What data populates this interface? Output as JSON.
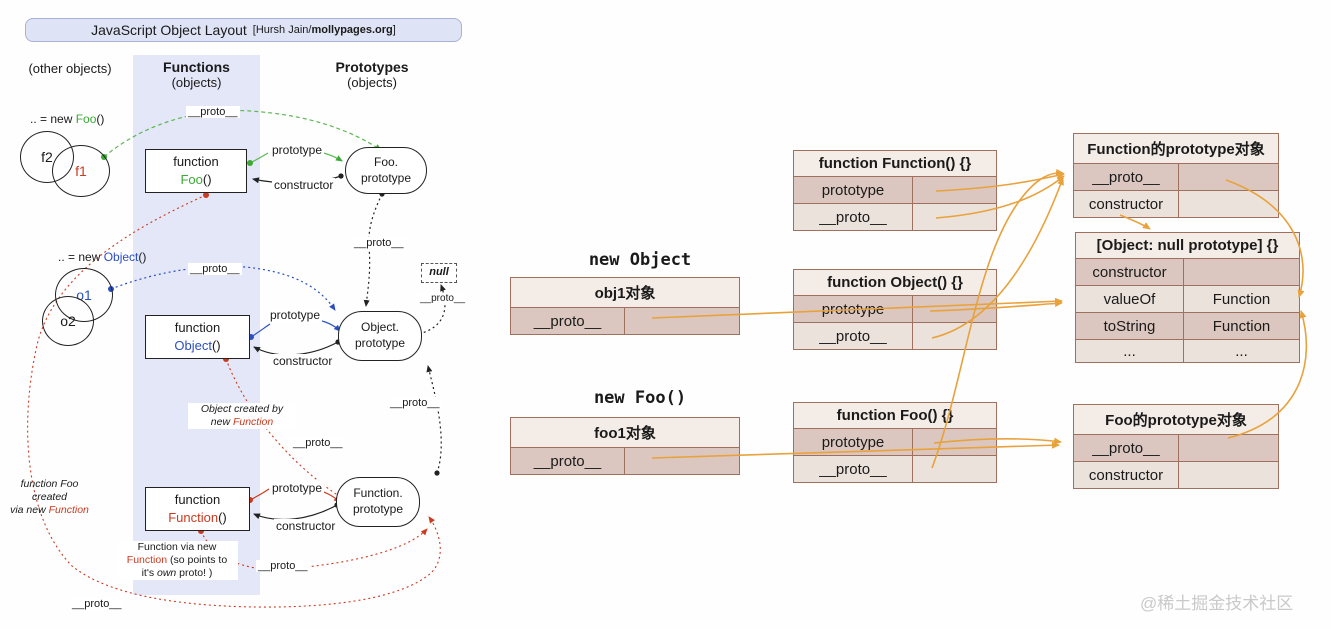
{
  "title": {
    "main": "JavaScript Object Layout",
    "attr_prefix": "[Hursh Jain/",
    "attr_bold": "mollypages.org",
    "attr_suffix": "]"
  },
  "left": {
    "col_other": "(other objects)",
    "col_functions": "Functions",
    "col_functions_sub": "(objects)",
    "col_prototypes": "Prototypes",
    "col_prototypes_sub": "(objects)",
    "proto_label": "__proto__",
    "prototype_label": "prototype",
    "constructor_label": "constructor",
    "null_label": "null",
    "new_foo": {
      "prefix": ".. = new ",
      "name": "Foo",
      "suffix": "()"
    },
    "new_object": {
      "prefix": ".. = new ",
      "name": "Object",
      "suffix": "()"
    },
    "circles": {
      "f2": "f2",
      "f1": "f1",
      "o1": "o1",
      "o2": "o2"
    },
    "box_foo": {
      "line1": "function",
      "name": "Foo",
      "suffix": "()"
    },
    "box_object": {
      "line1": "function",
      "name": "Object",
      "suffix": "()"
    },
    "box_function": {
      "line1": "function",
      "name": "Function",
      "suffix": "()"
    },
    "ellipse_foo": {
      "line1": "Foo.",
      "line2": "prototype"
    },
    "ellipse_object": {
      "line1": "Object.",
      "line2": "prototype"
    },
    "ellipse_function": {
      "line1": "Function.",
      "line2": "prototype"
    },
    "note_object_created": {
      "line1": "Object created by",
      "line2_prefix": "new ",
      "line2_red": "Function"
    },
    "note_foo_created": {
      "line1": "function Foo",
      "line2": "created",
      "line3_prefix": "via new ",
      "line3_red": "Function"
    },
    "note_function_via": {
      "line1": "Function via new",
      "line2_red": "Function",
      "line2_rest": " (so points to",
      "line3_prefix": "it's ",
      "line3_italic": "own",
      "line3_suffix": " proto! )"
    }
  },
  "right": {
    "heading_new_object": "new Object",
    "heading_new_foo": "new Foo()",
    "tables": {
      "obj1": {
        "title": "obj1对象",
        "rows": [
          [
            "__proto__",
            ""
          ]
        ]
      },
      "foo1": {
        "title": "foo1对象",
        "rows": [
          [
            "__proto__",
            ""
          ]
        ]
      },
      "fn_function": {
        "title": "function Function() {}",
        "rows": [
          [
            "prototype",
            ""
          ],
          [
            "__proto__",
            ""
          ]
        ]
      },
      "fn_object": {
        "title": "function Object() {}",
        "rows": [
          [
            "prototype",
            ""
          ],
          [
            "__proto__",
            ""
          ]
        ]
      },
      "fn_foo": {
        "title": "function Foo() {}",
        "rows": [
          [
            "prototype",
            ""
          ],
          [
            "__proto__",
            ""
          ]
        ]
      },
      "function_proto": {
        "title": "Function的prototype对象",
        "rows": [
          [
            "__proto__",
            ""
          ],
          [
            "constructor",
            ""
          ]
        ]
      },
      "object_null_proto": {
        "title": "[Object: null prototype] {}",
        "rows": [
          [
            "constructor",
            ""
          ],
          [
            "valueOf",
            "Function"
          ],
          [
            "toString",
            "Function"
          ],
          [
            "...",
            "..."
          ]
        ]
      },
      "foo_proto": {
        "title": "Foo的prototype对象",
        "rows": [
          [
            "__proto__",
            ""
          ],
          [
            "constructor",
            ""
          ]
        ]
      }
    },
    "watermark": "@稀土掘金技术社区"
  },
  "colors": {
    "green": "#3aaa35",
    "blue": "#2b4fc0",
    "red": "#cc3a1f",
    "orange": "#e8a23c",
    "table_border": "#a0705f"
  }
}
